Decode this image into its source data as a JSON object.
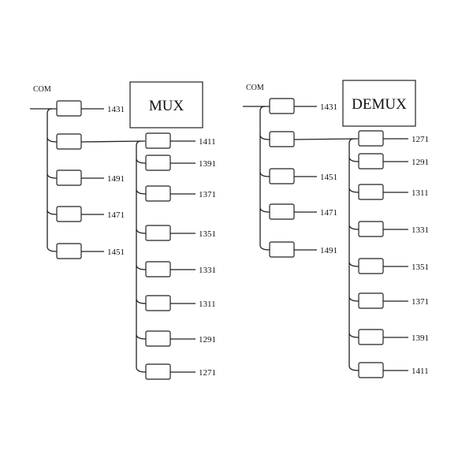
{
  "panels": [
    {
      "title": "MUX",
      "com_label": "COM",
      "left_chain": [
        "1431",
        "",
        "1491",
        "1471",
        "1451"
      ],
      "right_chain": [
        "1411",
        "1391",
        "1371",
        "1351",
        "1331",
        "1311",
        "1291",
        "1271"
      ]
    },
    {
      "title": "DEMUX",
      "com_label": "COM",
      "left_chain": [
        "1431",
        "",
        "1451",
        "1471",
        "1491"
      ],
      "right_chain": [
        "1271",
        "1291",
        "1311",
        "1331",
        "1351",
        "1371",
        "1391",
        "1411"
      ]
    }
  ]
}
